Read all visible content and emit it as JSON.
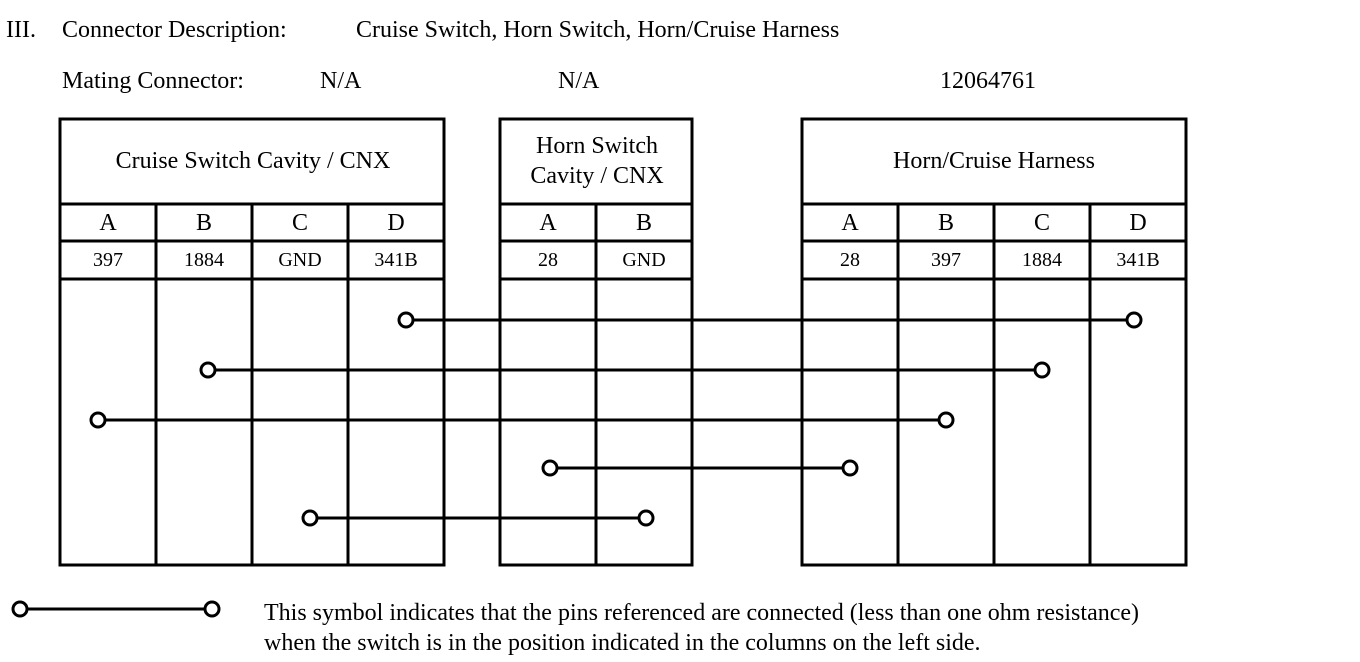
{
  "section": {
    "number": "III.",
    "label": "Connector Description:",
    "description": "Cruise Switch, Horn Switch, Horn/Cruise Harness"
  },
  "mating": {
    "label": "Mating Connector:",
    "values": [
      "N/A",
      "N/A",
      "12064761"
    ]
  },
  "connectors": [
    {
      "title": "Cruise Switch Cavity / CNX",
      "pins": [
        {
          "pin": "A",
          "value": "397"
        },
        {
          "pin": "B",
          "value": "1884"
        },
        {
          "pin": "C",
          "value": "GND"
        },
        {
          "pin": "D",
          "value": "341B"
        }
      ]
    },
    {
      "title": "Horn Switch Cavity / CNX",
      "pins": [
        {
          "pin": "A",
          "value": "28"
        },
        {
          "pin": "B",
          "value": "GND"
        }
      ]
    },
    {
      "title": "Horn/Cruise Harness",
      "pins": [
        {
          "pin": "A",
          "value": "28"
        },
        {
          "pin": "B",
          "value": "397"
        },
        {
          "pin": "C",
          "value": "1884"
        },
        {
          "pin": "D",
          "value": "341B"
        }
      ]
    }
  ],
  "connections": [
    {
      "from": {
        "connector": 0,
        "pin": "D"
      },
      "to": {
        "connector": 2,
        "pin": "D"
      }
    },
    {
      "from": {
        "connector": 0,
        "pin": "B"
      },
      "to": {
        "connector": 2,
        "pin": "C"
      }
    },
    {
      "from": {
        "connector": 0,
        "pin": "A"
      },
      "to": {
        "connector": 2,
        "pin": "B"
      }
    },
    {
      "from": {
        "connector": 1,
        "pin": "A"
      },
      "to": {
        "connector": 2,
        "pin": "A"
      }
    },
    {
      "from": {
        "connector": 0,
        "pin": "C"
      },
      "to": {
        "connector": 1,
        "pin": "B"
      }
    }
  ],
  "legend": {
    "line1": "This symbol indicates that the pins referenced are connected (less than one ohm resistance)",
    "line2": "when the switch is in the position indicated in the columns on the left side."
  }
}
